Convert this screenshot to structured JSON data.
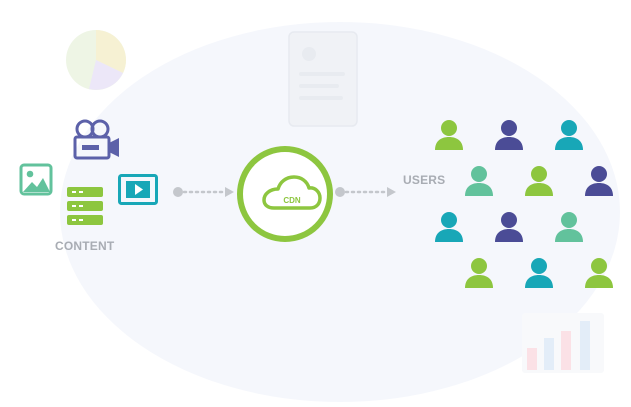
{
  "labels": {
    "content": "CONTENT",
    "users": "USERS",
    "cdn": "CDN"
  },
  "colors": {
    "green": "#8dc63f",
    "teal": "#18a7b7",
    "navy": "#4b4c96",
    "mint": "#62c29c",
    "purple": "#5c61a9",
    "arrow": "#c4c7cc"
  },
  "icons": {
    "content": [
      "picture-icon",
      "video-camera-icon",
      "server-icon",
      "video-player-icon"
    ],
    "cdn": "cloud-icon",
    "user": "user-icon"
  }
}
